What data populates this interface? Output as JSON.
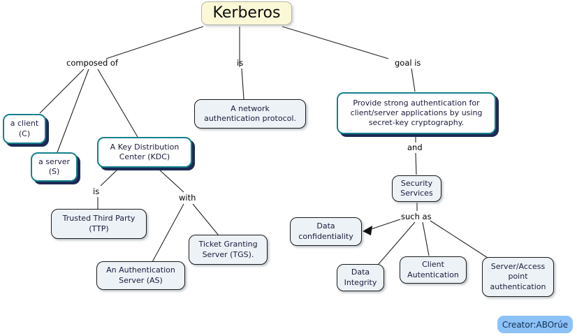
{
  "title": "Kerberos",
  "nodes": {
    "client": "a client\n(C)",
    "server": "a server\n(S)",
    "kdc": "A Key Distribution\nCenter (KDC)",
    "protocol": "A network\nauthentication protocol.",
    "goal": "Provide strong authentication for\nclient/server applications by using\nsecret-key cryptography.",
    "ttp": "Trusted Third Party\n(TTP)",
    "auth_server": "An Authentication\nServer (AS)",
    "tgs": "Ticket Granting\nServer (TGS).",
    "security": "Security\nServices",
    "confidentiality": "Data\nconfidentiality",
    "integrity": "Data\nIntegrity",
    "client_auth": "Client\nAutentication",
    "server_auth": "Server/Access\npoint\nauthentication"
  },
  "labels": {
    "composed_of": "composed of",
    "is_protocol": "is",
    "goal_is": "goal is",
    "is_ttp": "is",
    "with": "with",
    "and": "and",
    "such_as": "such as"
  },
  "creator_badge": "Creator:ABOrúe",
  "colors": {
    "teal_border": "#15808E",
    "teal_shadow": "#1C2A55",
    "light_node_fill": "#EDF2F6",
    "title_fill": "#FBF8D8",
    "badge_fill": "#8CC2F8",
    "node_text": "#1B1B3C",
    "line": "#222222"
  }
}
